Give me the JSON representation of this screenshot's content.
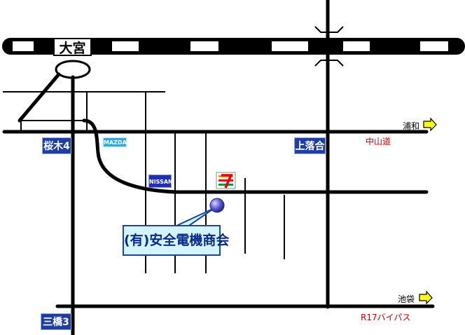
{
  "station": {
    "name": "大宮"
  },
  "intersections": {
    "sakuragi": "桜木4",
    "kamiochiai": "上落合",
    "mihashi": "三橋3"
  },
  "roads": {
    "nakasendo": "中山道",
    "r17_bypass": "R17バイパス"
  },
  "directions": {
    "urawa": "浦和",
    "ikebukuro": "池袋"
  },
  "landmarks": {
    "mazda": "MAZDA",
    "nissan": "NISSAN",
    "seven_eleven": "7-Eleven"
  },
  "shop": {
    "name": "(有)安全電機商会"
  },
  "colors": {
    "road": "#000000",
    "sign_blue": "#1f3f9e",
    "road_name_red": "#c00000",
    "arrow_yellow": "#ffff00",
    "shop_fill": "#d4f4fb",
    "shop_marker": "#5a5ad0"
  }
}
